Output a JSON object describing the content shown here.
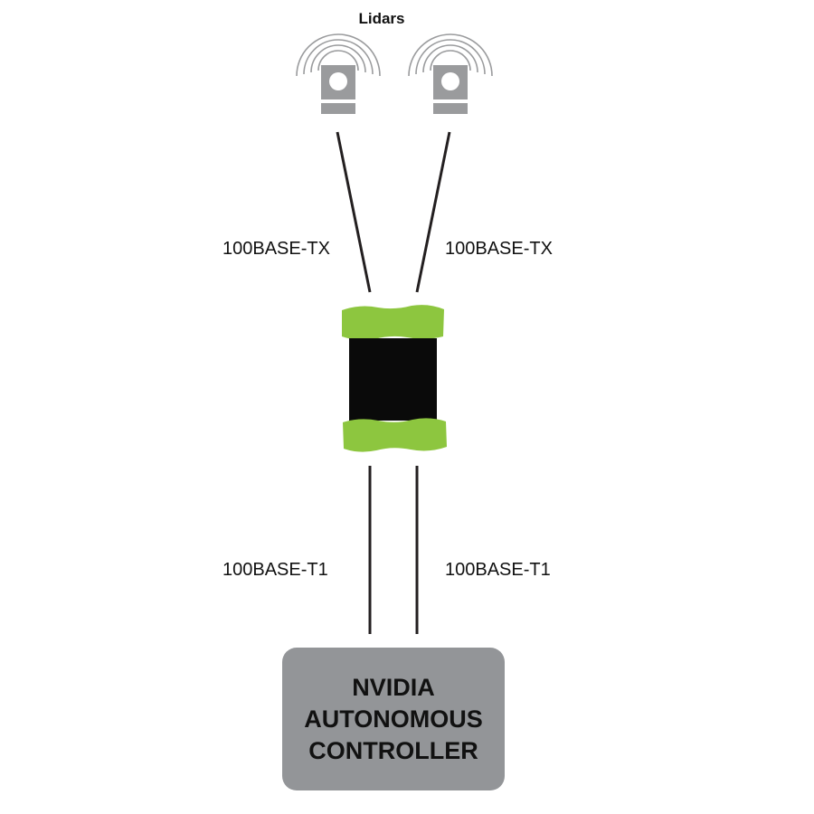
{
  "diagram": {
    "lidars_title": "Lidars",
    "links": {
      "upper_left": "100BASE-TX",
      "upper_right": "100BASE-TX",
      "lower_left": "100BASE-T1",
      "lower_right": "100BASE-T1"
    },
    "controller": {
      "line1": "NVIDIA",
      "line2": "AUTONOMOUS",
      "line3": "CONTROLLER"
    },
    "colors": {
      "lidar": "#9a9b9d",
      "signal_arcs": "#9a9b9d",
      "converter_green": "#8dc63f",
      "converter_body": "#0a0a0a",
      "controller_box": "#939598",
      "cable": "#231f20"
    }
  }
}
